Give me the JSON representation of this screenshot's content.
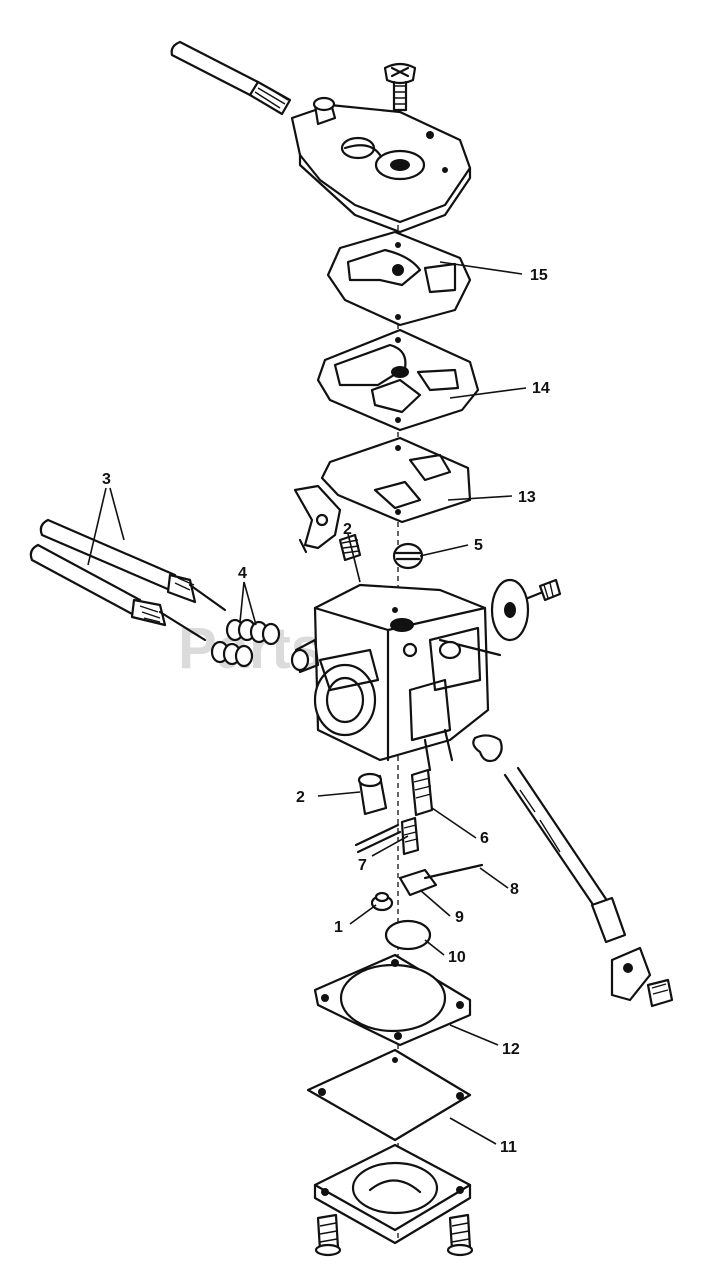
{
  "watermark": "PartsTree",
  "callouts": [
    {
      "id": "c1",
      "text": "1"
    },
    {
      "id": "c2",
      "text": "2"
    },
    {
      "id": "c3",
      "text": "3"
    },
    {
      "id": "c4",
      "text": "4"
    },
    {
      "id": "c5",
      "text": "5"
    },
    {
      "id": "c6",
      "text": "6"
    },
    {
      "id": "c7",
      "text": "7"
    },
    {
      "id": "c8",
      "text": "8"
    },
    {
      "id": "c9",
      "text": "9"
    },
    {
      "id": "c10",
      "text": "10"
    },
    {
      "id": "c11",
      "text": "11"
    },
    {
      "id": "c12",
      "text": "12"
    },
    {
      "id": "c13",
      "text": "13"
    },
    {
      "id": "c14",
      "text": "14"
    },
    {
      "id": "c15",
      "text": "15"
    },
    {
      "id": "c2b",
      "text": "2"
    }
  ]
}
